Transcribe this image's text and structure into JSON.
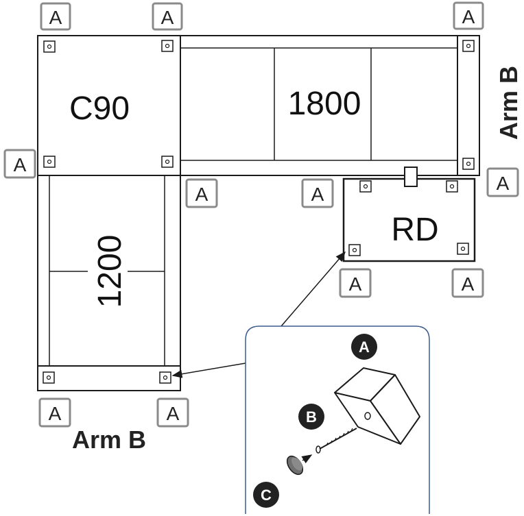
{
  "labels": {
    "a": "A",
    "c90": "C90",
    "length_1800": "1800",
    "length_1200": "1200",
    "rd": "RD",
    "arm_b_right": "Arm B",
    "arm_b_bottom": "Arm B",
    "callout_a": "A",
    "callout_b": "B",
    "callout_c": "C"
  },
  "colors": {
    "outline": "#1a1a1a",
    "a_tag_border": "#8a8a8a",
    "callout_border": "#3a5a8c",
    "callout_circle": "#222222",
    "foot_shadow": "#6f6f6f"
  },
  "icons": {
    "foot_block": "foot-block-icon",
    "screw": "screw-icon",
    "glide_cap": "glide-cap-icon",
    "arrow": "arrow-icon"
  }
}
